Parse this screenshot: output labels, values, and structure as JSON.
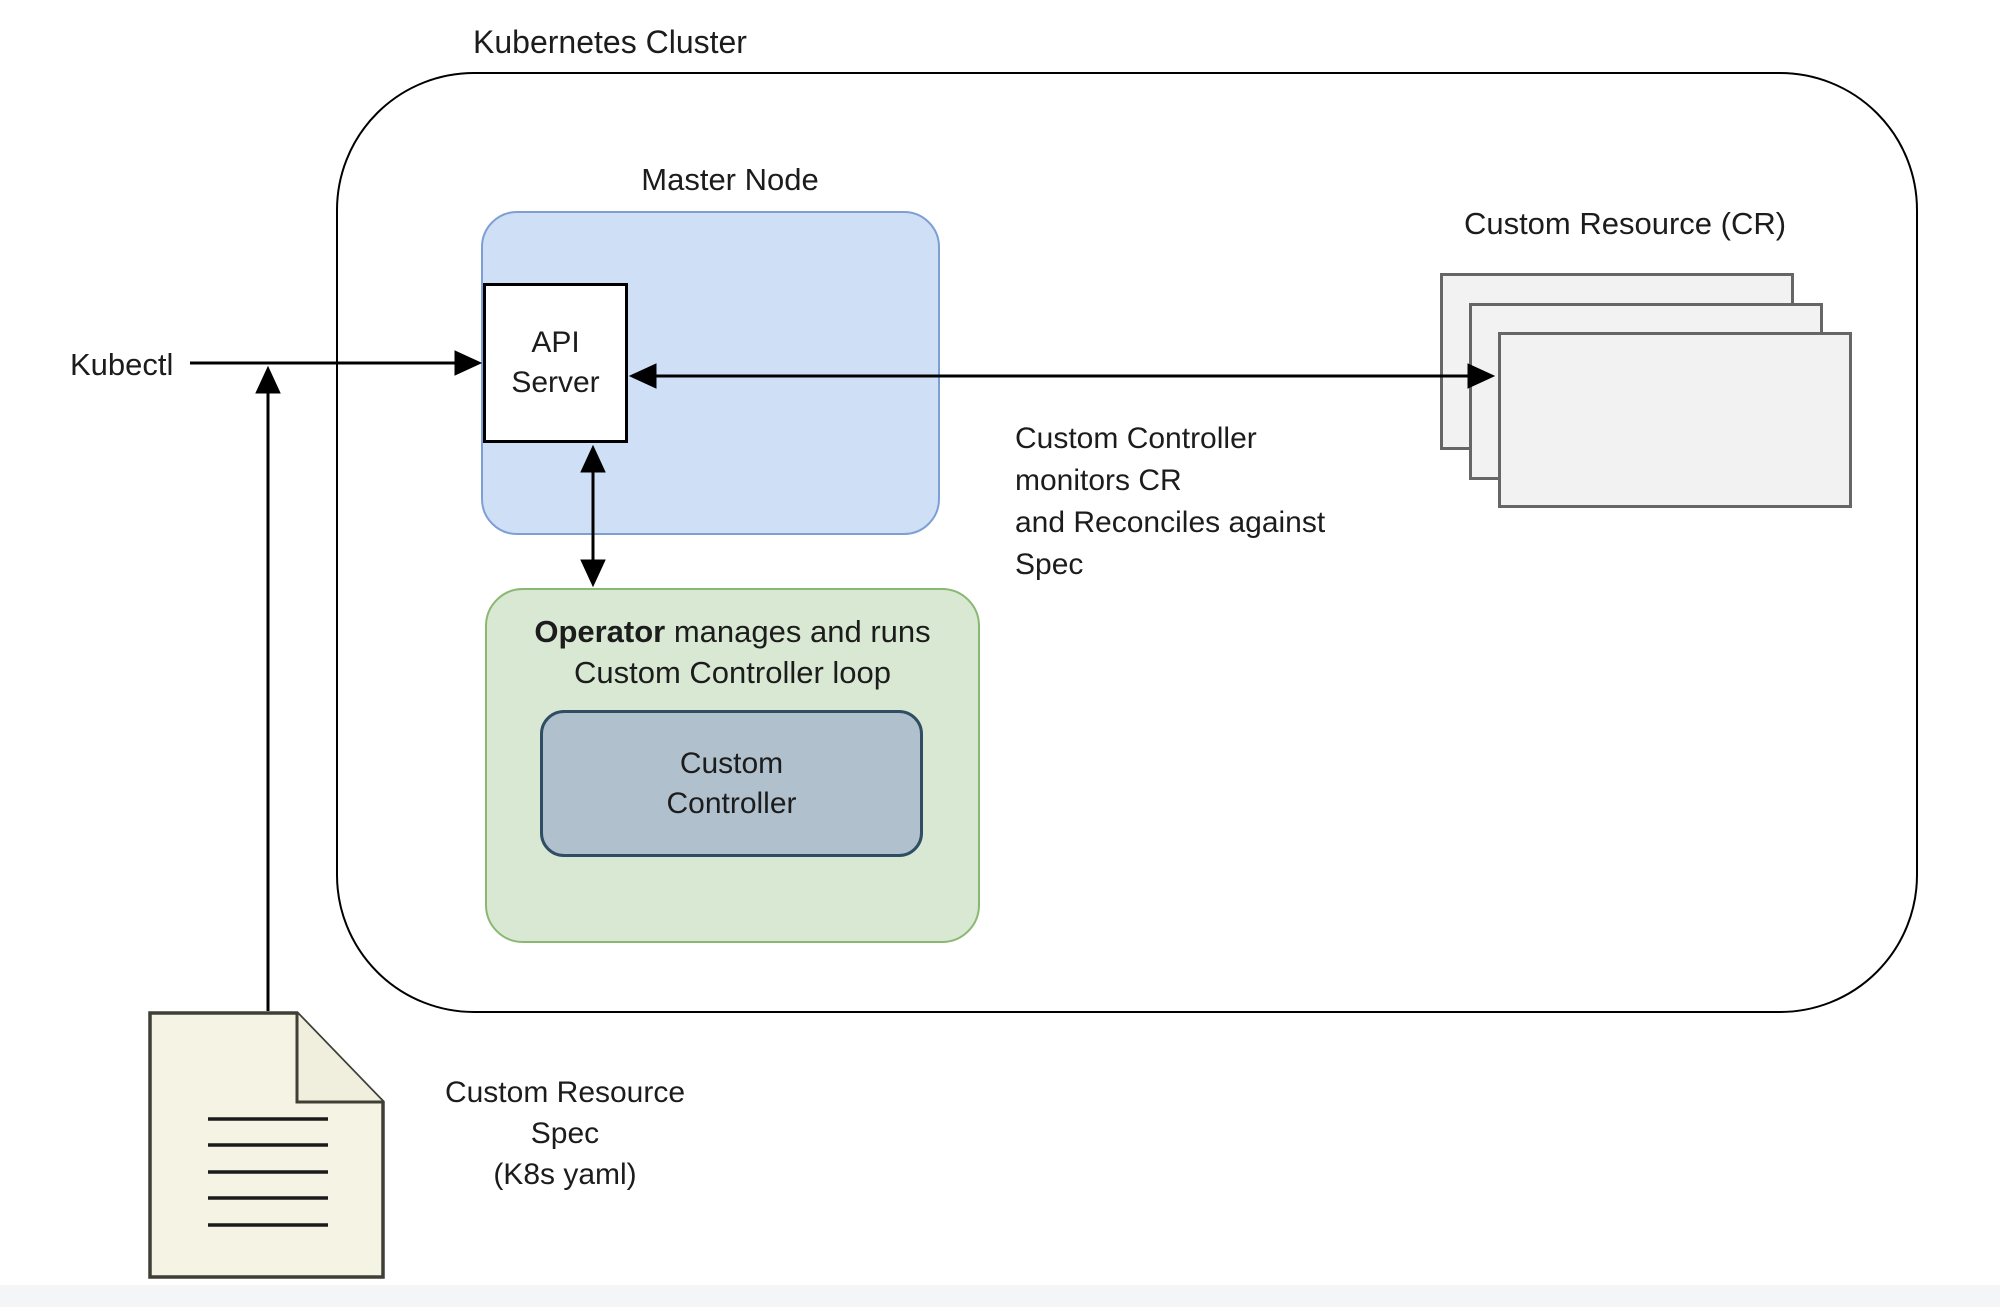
{
  "diagram": {
    "title": "Kubernetes Cluster",
    "nodes": {
      "master_node": {
        "label": "Master Node"
      },
      "api_server": {
        "label": "API Server"
      },
      "kubectl": {
        "label": "Kubectl"
      },
      "operator": {
        "label_bold": "Operator",
        "label_rest": " manages and runs",
        "label_line2": "Custom Controller loop"
      },
      "custom_controller": {
        "label": "Custom Controller"
      },
      "custom_resource": {
        "label": "Custom Resource (CR)",
        "card_count": 3
      },
      "spec_document": {
        "icon": "document-icon",
        "label_lines": [
          "Custom Resource",
          "Spec",
          "(K8s yaml)"
        ]
      }
    },
    "annotations": {
      "monitor_note_lines": [
        "Custom Controller",
        "monitors CR",
        "and Reconciles against",
        "Spec"
      ]
    },
    "edges": [
      {
        "from": "kubectl",
        "to": "api_server",
        "type": "arrow"
      },
      {
        "from": "spec_document",
        "to": "kubectl-line",
        "type": "arrow"
      },
      {
        "from": "api_server",
        "to": "custom_resource",
        "type": "double-arrow"
      },
      {
        "from": "api_server",
        "to": "operator",
        "type": "double-arrow"
      }
    ],
    "colors": {
      "master_node_fill": "#cfe0f6",
      "master_node_stroke": "#7e9fd4",
      "operator_fill": "#d8e8d3",
      "operator_stroke": "#8ab873",
      "controller_fill": "#b0c0cd",
      "controller_stroke": "#2f4d63",
      "cr_card_fill": "#f2f2f2",
      "cr_card_stroke": "#666666",
      "document_fill": "#f5f3e4",
      "document_stroke": "#3f3f35",
      "line_color": "#000000"
    }
  }
}
